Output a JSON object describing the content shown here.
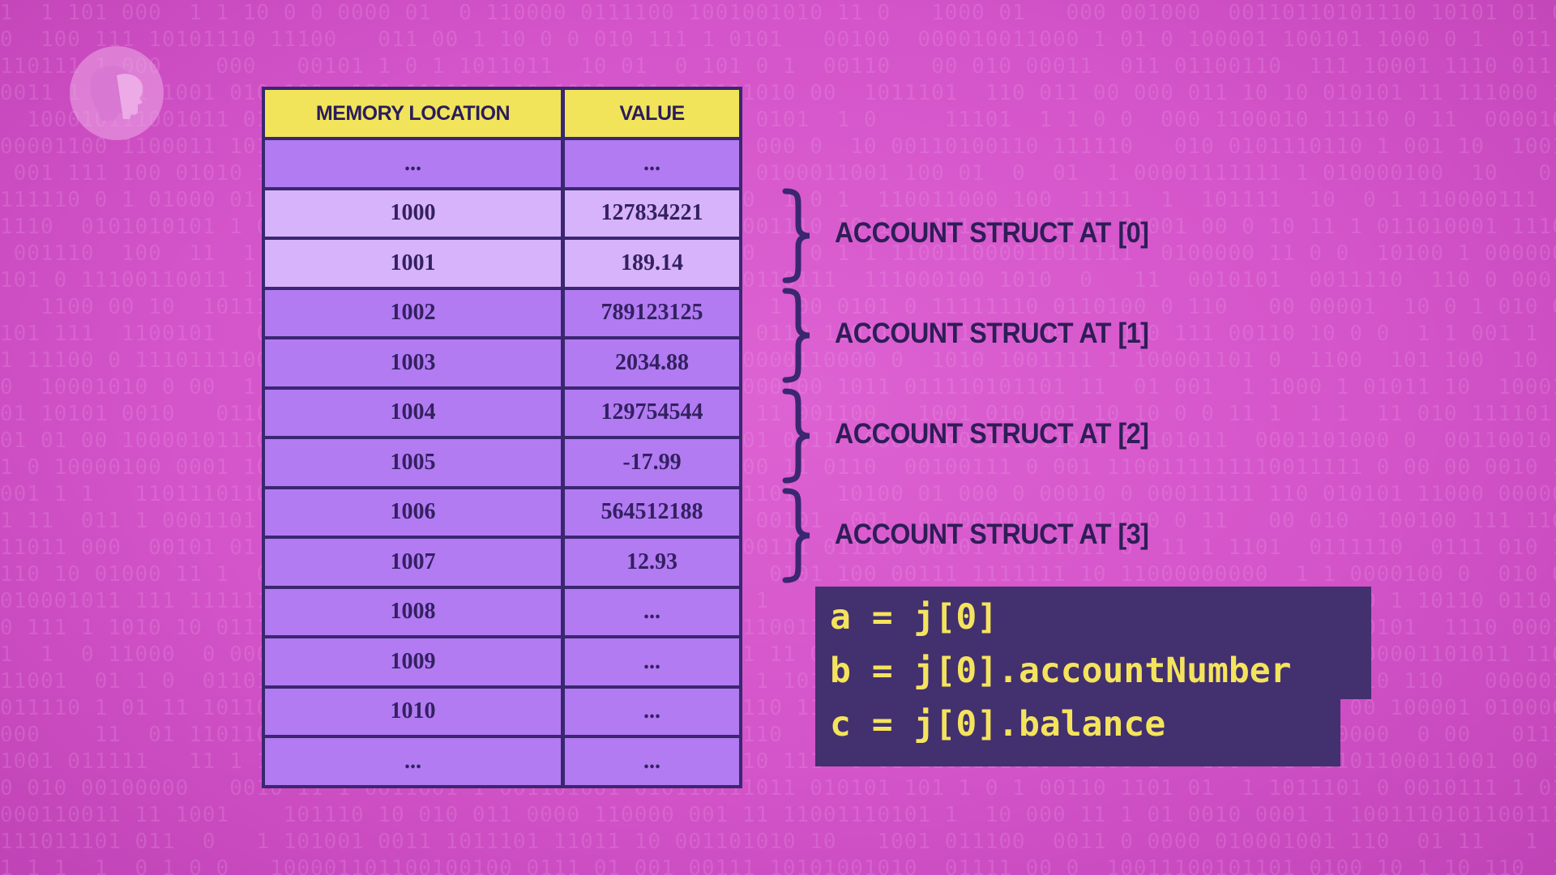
{
  "table": {
    "header": {
      "location": "MEMORY LOCATION",
      "value": "VALUE"
    },
    "rows": [
      {
        "location": "...",
        "value": "..."
      },
      {
        "location": "1000",
        "value": "127834221"
      },
      {
        "location": "1001",
        "value": "189.14"
      },
      {
        "location": "1002",
        "value": "789123125"
      },
      {
        "location": "1003",
        "value": "2034.88"
      },
      {
        "location": "1004",
        "value": "129754544"
      },
      {
        "location": "1005",
        "value": "-17.99"
      },
      {
        "location": "1006",
        "value": "564512188"
      },
      {
        "location": "1007",
        "value": "12.93"
      },
      {
        "location": "1008",
        "value": "..."
      },
      {
        "location": "1009",
        "value": "..."
      },
      {
        "location": "1010",
        "value": "..."
      },
      {
        "location": "...",
        "value": "..."
      }
    ]
  },
  "structs": [
    {
      "label": "ACCOUNT STRUCT AT [0]"
    },
    {
      "label": "ACCOUNT STRUCT AT [1]"
    },
    {
      "label": "ACCOUNT STRUCT AT [2]"
    },
    {
      "label": "ACCOUNT STRUCT AT [3]"
    }
  ],
  "code": {
    "lines": [
      "a = j[0]",
      "b = j[0].accountNumber",
      "c = j[0].balance"
    ]
  },
  "colors": {
    "background": "#d454c9",
    "header_fill": "#f1e45b",
    "cell_fill": "#b27bf2",
    "highlight_fill": "#d7b3fb",
    "grid_lines": "#3a2770",
    "code_bg": "#43306f",
    "code_text": "#f4e45d"
  },
  "icons": {
    "logo": "pbs-logo-icon",
    "brace": "curly-brace-icon"
  }
}
